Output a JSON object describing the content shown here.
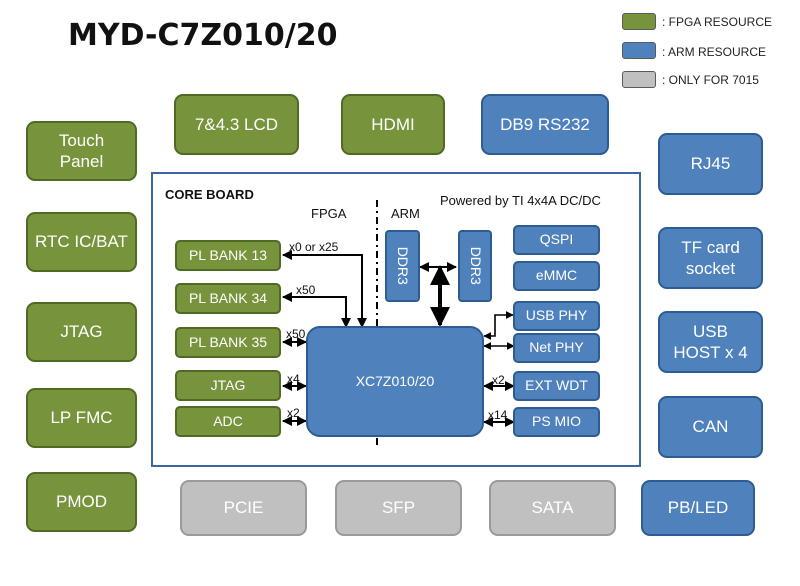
{
  "title": "MYD-C7Z010/20",
  "legend": [
    {
      "label": ": FPGA RESOURCE",
      "color": "#77933c"
    },
    {
      "label": ": ARM RESOURCE",
      "color": "#4f81bd"
    },
    {
      "label": ": ONLY FOR 7015",
      "color": "#c0c0c0"
    }
  ],
  "top_blocks": {
    "lcd": "7&4.3 LCD",
    "hdmi": "HDMI",
    "db9": "DB9 RS232"
  },
  "left_blocks": {
    "touch": "Touch\nPanel",
    "rtc": "RTC IC/BAT",
    "jtag": "JTAG",
    "lpfmc": "LP FMC",
    "pmod": "PMOD"
  },
  "right_blocks": {
    "rj45": "RJ45",
    "tf": "TF card\nsocket",
    "usb": "USB\nHOST x 4",
    "can": "CAN",
    "pbled": "PB/LED"
  },
  "bottom_blocks": {
    "pcie": "PCIE",
    "sfp": "SFP",
    "sata": "SATA"
  },
  "core": {
    "label": "CORE BOARD",
    "fpga_label": "FPGA",
    "arm_label": "ARM",
    "powered": "Powered by TI 4x4A DC/DC",
    "soc": "XC7Z010/20",
    "ddr1": "DDR3",
    "ddr2": "DDR3",
    "pl": [
      "PL BANK 13",
      "PL BANK 34",
      "PL BANK 35",
      "JTAG",
      "ADC"
    ],
    "pl_links": [
      "x0 or x25",
      "x50",
      "x50",
      "x4",
      "x2"
    ],
    "ps": [
      "QSPI",
      "eMMC",
      "USB PHY",
      "Net PHY",
      "EXT WDT",
      "PS MIO"
    ],
    "ps_links": [
      "x2",
      "x14"
    ]
  }
}
